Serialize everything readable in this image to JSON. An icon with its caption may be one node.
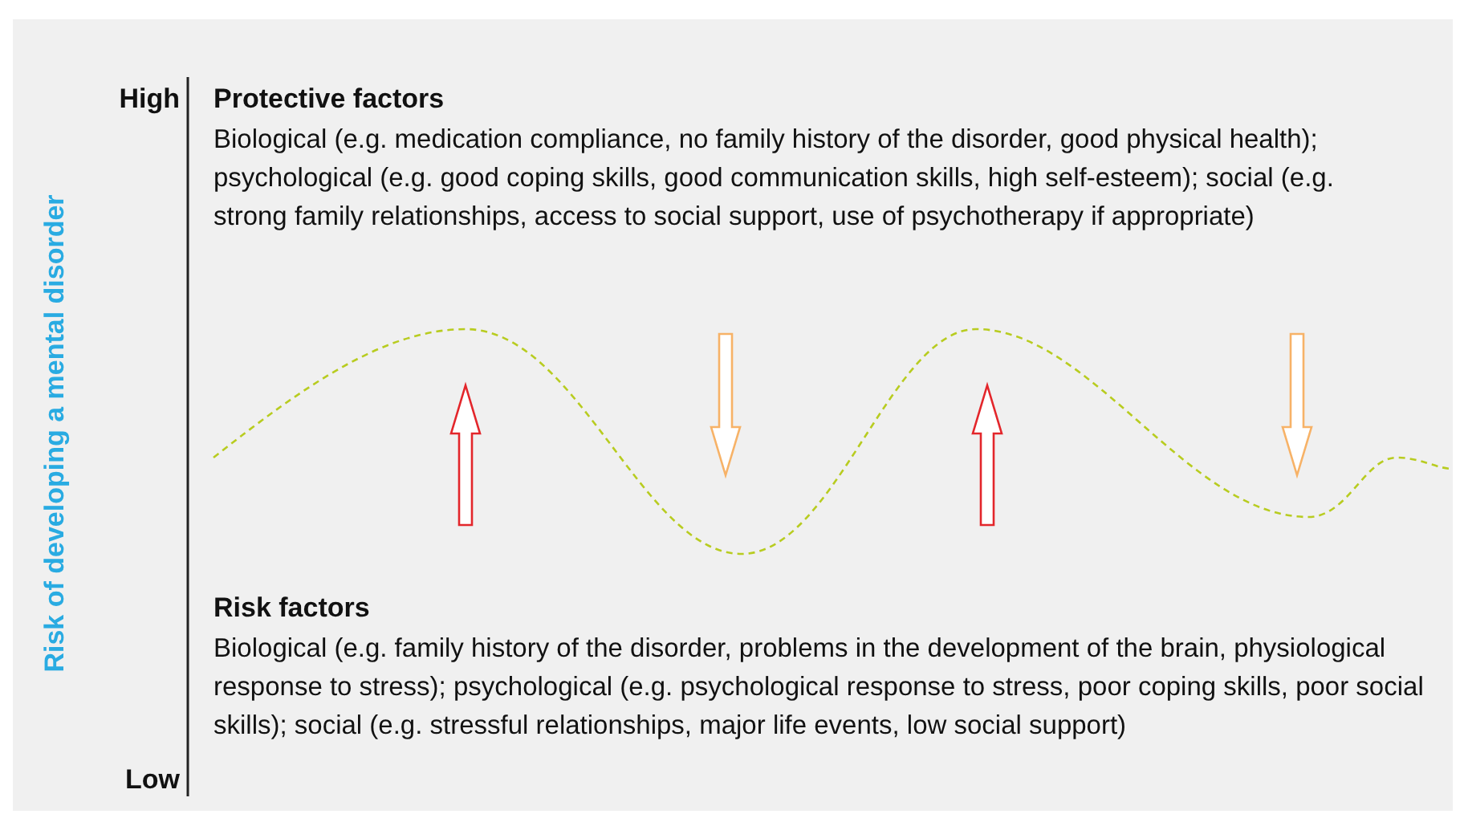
{
  "diagram": {
    "labels": [
      "High",
      "Protective factors",
      "Biological (e.g. medication compliance, no family history of the disorder, good physical health); psychological (e.g. good coping skills, good communication skills, high self-esteem); social (e.g. strong family relationships, access to social support, use of psychotherapy if appropriate)",
      "Risk factors",
      "Biological (e.g. family history of the disorder, problems in the development of the brain, physiological response to stress); psychological (e.g. psychological response to stress, poor coping skills, poor social skills); social (e.g. stressful relationships, major life events, low social support)",
      "Low",
      "Risk of developing a mental disorder"
    ]
  }
}
